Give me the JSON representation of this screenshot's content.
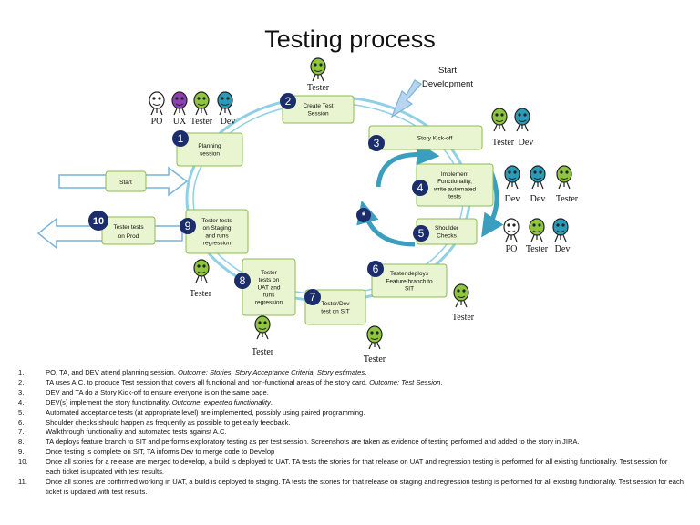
{
  "title": "Testing process",
  "start_development": [
    "Start",
    "Development"
  ],
  "start_box": "Start",
  "prod_box": [
    "Tester tests",
    "on Prod"
  ],
  "steps": [
    {
      "num": "1",
      "lines": [
        "Planning",
        "session"
      ]
    },
    {
      "num": "2",
      "lines": [
        "Create Test",
        "Session"
      ]
    },
    {
      "num": "3",
      "lines": [
        "Story Kick-off"
      ]
    },
    {
      "num": "4",
      "lines": [
        "Implement",
        "Functionality,",
        "write automated",
        "tests"
      ]
    },
    {
      "num": "5",
      "lines": [
        "Shoulder",
        "Checks"
      ]
    },
    {
      "num": "6",
      "lines": [
        "Tester deploys",
        "Feature branch to",
        "SIT"
      ]
    },
    {
      "num": "7",
      "lines": [
        "Tester/Dev",
        "test on SIT"
      ]
    },
    {
      "num": "8",
      "lines": [
        "Tester",
        "tests on",
        "UAT and",
        "runs",
        "regression"
      ]
    },
    {
      "num": "9",
      "lines": [
        "Tester tests",
        "on Staging",
        "and runs",
        "regression"
      ]
    },
    {
      "num": "10",
      "lines": []
    }
  ],
  "star_label": "*",
  "roles": {
    "po": "PO",
    "ux": "UX",
    "tester": "Tester",
    "dev": "Dev"
  },
  "role_colors": {
    "po": "#ffffff",
    "ux": "#8e3fb8",
    "tester": "#8ec63f",
    "dev": "#2a9bb8"
  },
  "colors": {
    "box_fill": "#e8f5d0",
    "box_stroke": "#8dbb4e",
    "ring": "#8fd0e6",
    "badge": "#1b2d6b",
    "teal_arrow": "#3a9fbf",
    "outline_arrow": "#7ab3d8"
  },
  "notes": [
    {
      "num": "1.",
      "text": "PO, TA, and DEV attend planning session.  ",
      "outcome": "Outcome: Stories, Story Acceptance Criteria, Story estimates",
      "tail": "."
    },
    {
      "num": "2.",
      "text": "TA uses A.C. to produce Test session that covers all functional and non-functional areas of the story card. ",
      "outcome": "Outcome: Test Session",
      "tail": "."
    },
    {
      "num": "3.",
      "text": "DEV and TA do a Story Kick-off to ensure everyone is on the same page.",
      "outcome": "",
      "tail": ""
    },
    {
      "num": "4.",
      "text": "DEV(s) implement the story functionality. ",
      "outcome": "Outcome: expected functionality",
      "tail": "."
    },
    {
      "num": "5.",
      "text": "Automated acceptance tests (at appropriate level) are implemented, possibly using paired programming.",
      "outcome": "",
      "tail": ""
    },
    {
      "num": "6.",
      "text": "Shoulder checks should happen as frequently as possible to get early feedback.",
      "outcome": "",
      "tail": ""
    },
    {
      "num": "7.",
      "text": "Walkthrough functionality and automated tests against A.C.",
      "outcome": "",
      "tail": ""
    },
    {
      "num": "8.",
      "text": "TA deploys feature branch to SIT and performs exploratory testing as per test session. Screenshots are taken as evidence of testing performed and added to the story in JIRA.",
      "outcome": "",
      "tail": ""
    },
    {
      "num": "9.",
      "text": "Once testing is complete on SIT, TA informs Dev to merge code to Develop",
      "outcome": "",
      "tail": ""
    },
    {
      "num": "10.",
      "text": "Once all stories for a release are merged to develop, a build is deployed to UAT. TA tests the stories for that release on UAT and regression testing is performed for all existing functionality. Test session for each ticket is updated with test results.",
      "outcome": "",
      "tail": ""
    },
    {
      "num": "11.",
      "text": "Once all stories are confirmed working in UAT, a build is deployed to staging. TA tests the stories for that release on staging and regression testing is performed for all existing functionality. Test session for each ticket is updated with test results.",
      "outcome": "",
      "tail": ""
    }
  ]
}
